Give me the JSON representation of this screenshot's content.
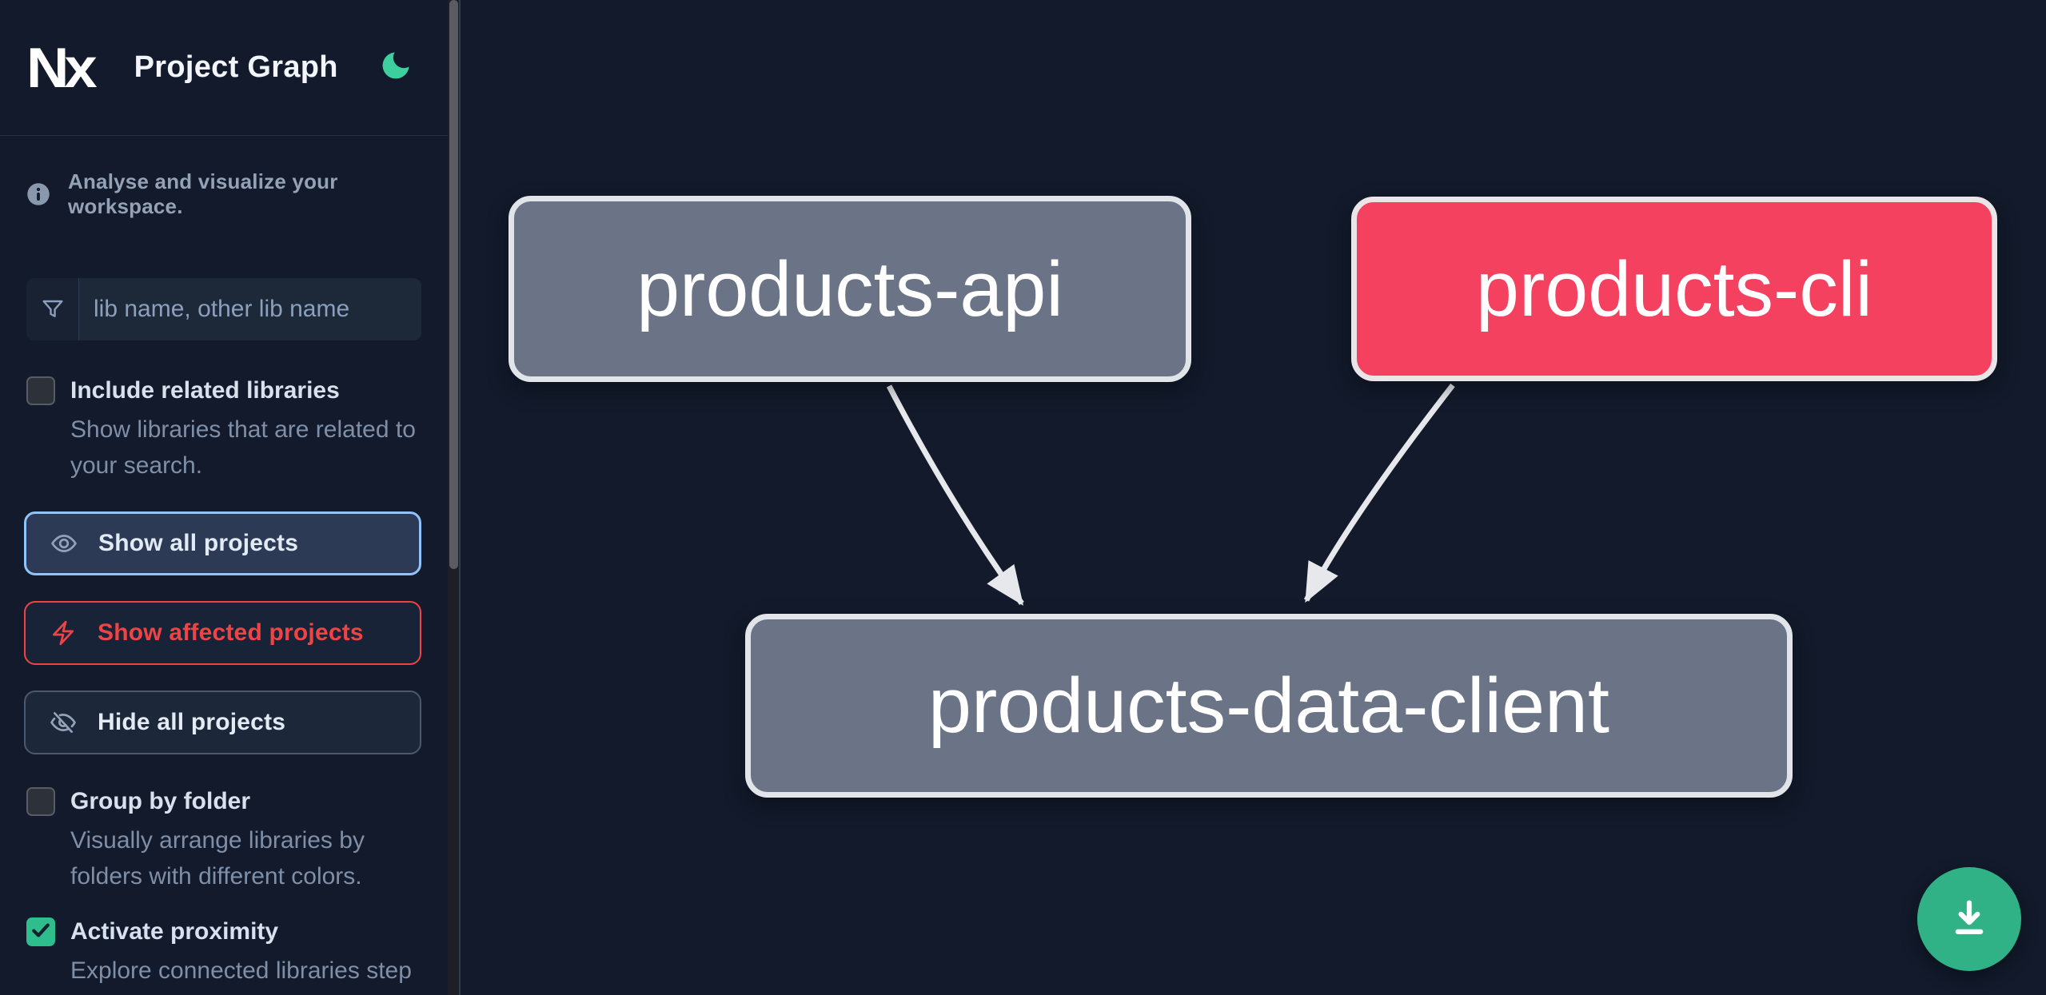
{
  "app": {
    "logo_text": "Nx",
    "title": "Project Graph",
    "tagline": "Analyse and visualize your workspace."
  },
  "sidebar": {
    "search": {
      "placeholder": "lib name, other lib name"
    },
    "checkboxes": [
      {
        "label": "Include related libraries",
        "description": "Show libraries that are related to your search.",
        "checked": false
      },
      {
        "label": "Group by folder",
        "description": "Visually arrange libraries by folders with different colors.",
        "checked": false
      },
      {
        "label": "Activate proximity",
        "description": "Explore connected libraries step by step.",
        "checked": true
      }
    ],
    "buttons": [
      {
        "label": "Show all projects",
        "icon": "eye-icon",
        "state": "focused"
      },
      {
        "label": "Show affected projects",
        "icon": "bolt-icon",
        "state": "affected"
      },
      {
        "label": "Hide all projects",
        "icon": "eye-off-icon",
        "state": "default"
      }
    ]
  },
  "graph": {
    "nodes": [
      {
        "id": "products-api",
        "type": "normal"
      },
      {
        "id": "products-cli",
        "type": "affected"
      },
      {
        "id": "products-data-client",
        "type": "normal"
      }
    ],
    "edges": [
      {
        "from": "products-api",
        "to": "products-data-client"
      },
      {
        "from": "products-cli",
        "to": "products-data-client"
      }
    ]
  },
  "fab": {
    "icon": "download-icon"
  },
  "colors": {
    "background": "#121a2b",
    "accent_green": "#2ebd8c",
    "moon_green": "#3dcf9e",
    "fab_green": "#31b286",
    "affected_red": "#ee4444",
    "focus_blue": "#8fc3fa",
    "node_gray": "#6b7486",
    "node_affected": "#f4415f",
    "edge_gray": "#e6e8eb"
  }
}
